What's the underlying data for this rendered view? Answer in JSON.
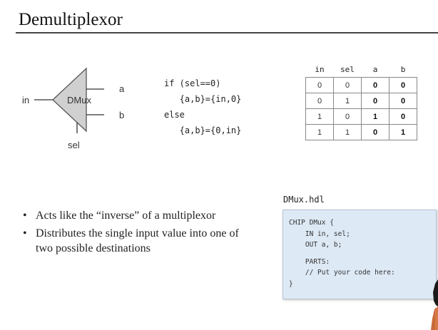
{
  "slide": {
    "title": "Demultiplexor"
  },
  "diagram": {
    "chip_label": "DMux",
    "input_label": "in",
    "output_a_label": "a",
    "output_b_label": "b",
    "select_label": "sel"
  },
  "pseudo_code": {
    "lines": [
      "if (sel==0)",
      "   {a,b}={in,0}",
      "else",
      "   {a,b}={0,in}"
    ]
  },
  "truth_table": {
    "headers": [
      "in",
      "sel",
      "a",
      "b"
    ],
    "rows": [
      [
        "0",
        "0",
        "0",
        "0"
      ],
      [
        "0",
        "1",
        "0",
        "0"
      ],
      [
        "1",
        "0",
        "1",
        "0"
      ],
      [
        "1",
        "1",
        "0",
        "1"
      ]
    ]
  },
  "bullets": [
    "Acts like the “inverse” of a multiplexor",
    "Distributes the single input value into one of two possible destinations"
  ],
  "hdl_file": {
    "filename": "DMux.hdl",
    "code_lines": [
      "CHIP DMux {",
      "    IN in, sel;",
      "    OUT a, b;",
      "",
      "    PARTS:",
      "    // Put your code here:",
      "}"
    ]
  }
}
